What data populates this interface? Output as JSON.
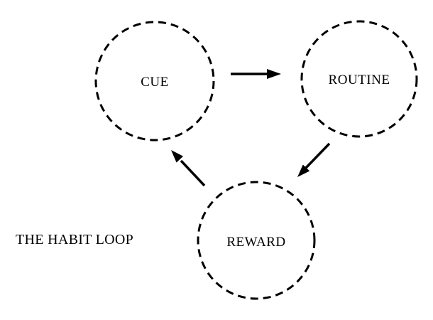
{
  "diagram": {
    "title": "THE HABIT LOOP",
    "nodes": [
      {
        "id": "cue",
        "label": "CUE"
      },
      {
        "id": "routine",
        "label": "ROUTINE"
      },
      {
        "id": "reward",
        "label": "REWARD"
      }
    ],
    "edges": [
      {
        "from": "cue",
        "to": "routine"
      },
      {
        "from": "routine",
        "to": "reward"
      },
      {
        "from": "reward",
        "to": "cue"
      }
    ],
    "colors": {
      "ink": "#000000",
      "background": "#ffffff"
    }
  }
}
